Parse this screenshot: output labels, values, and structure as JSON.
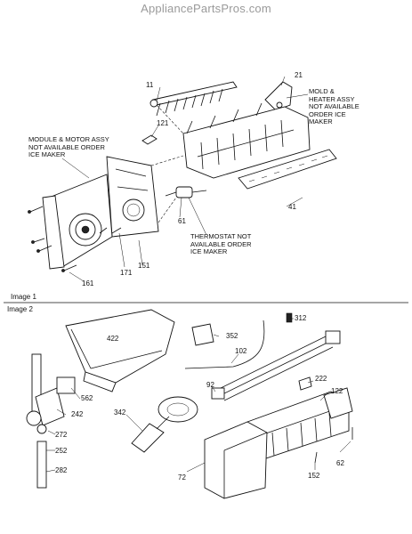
{
  "watermark": "AppliancePartsPros.com",
  "sections": {
    "image1": "Image 1",
    "image2": "Image 2"
  },
  "notes": {
    "module_motor": [
      "MODULE & MOTOR ASSY",
      "NOT AVAILABLE ORDER",
      "ICE MAKER"
    ],
    "mold_heater": [
      "MOLD &",
      "HEATER ASSY",
      "NOT AVAILABLE",
      "ORDER ICE",
      "MAKER"
    ],
    "thermostat": [
      "THERMOSTAT NOT",
      "AVAILABLE ORDER",
      "ICE MAKER"
    ]
  },
  "labels": {
    "p11": "11",
    "p21": "21",
    "p121": "121",
    "p41": "41",
    "p61": "61",
    "p151": "151",
    "p171": "171",
    "p161": "161",
    "p312": "312",
    "p352": "352",
    "p422": "422",
    "p102": "102",
    "p222": "222",
    "p122": "122",
    "p92": "92",
    "p562": "562",
    "p242": "242",
    "p342": "342",
    "p272": "272",
    "p252": "252",
    "p282": "282",
    "p72": "72",
    "p152": "152",
    "p62": "62"
  }
}
